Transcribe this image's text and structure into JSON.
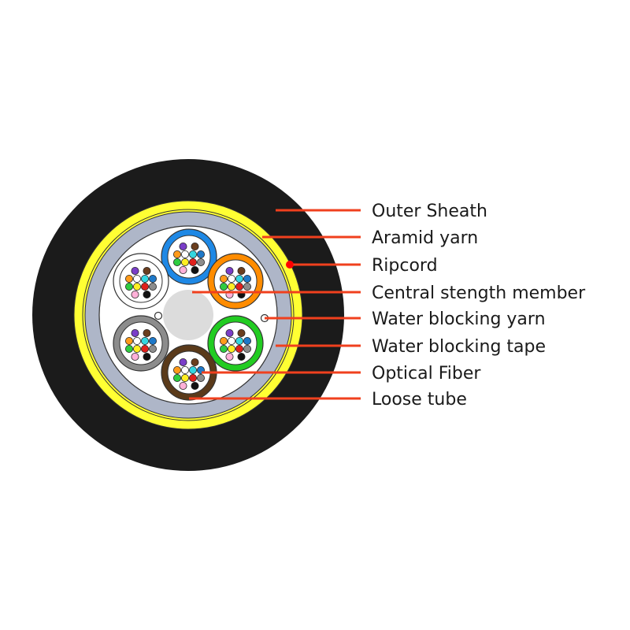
{
  "labels": {
    "outer_sheath": "Outer Sheath",
    "aramid_yarn": "Aramid yarn",
    "ripcord": "Ripcord",
    "central_member": "Central stength member",
    "water_blocking_yarn": "Water blocking yarn",
    "water_blocking_tape": "Water blocking tape",
    "optical_fiber": "Optical Fiber",
    "loose_tube": "Loose tube"
  },
  "colors": {
    "outer_sheath": "#1b1b1b",
    "aramid_yarn": "#ffff33",
    "water_blocking_tape": "#aeb6c8",
    "core_fill": "#ffffff",
    "central_member": "#dcdcdc",
    "leader_line": "#f0401e",
    "ripcord": "#ff0000"
  },
  "tube_colors": [
    "#1e88e5",
    "#ff8c00",
    "#22cc22",
    "#5a3a1a",
    "#8c8c8c",
    "#ffffff"
  ],
  "fiber_colors": [
    "#7a3ec8",
    "#6b3e1e",
    "#ff9a1a",
    "#ffffff",
    "#33d6e0",
    "#1e78c8",
    "#2ecc40",
    "#ffee22",
    "#e0201c",
    "#8c8c8c",
    "#ffb0d8",
    "#111111"
  ]
}
